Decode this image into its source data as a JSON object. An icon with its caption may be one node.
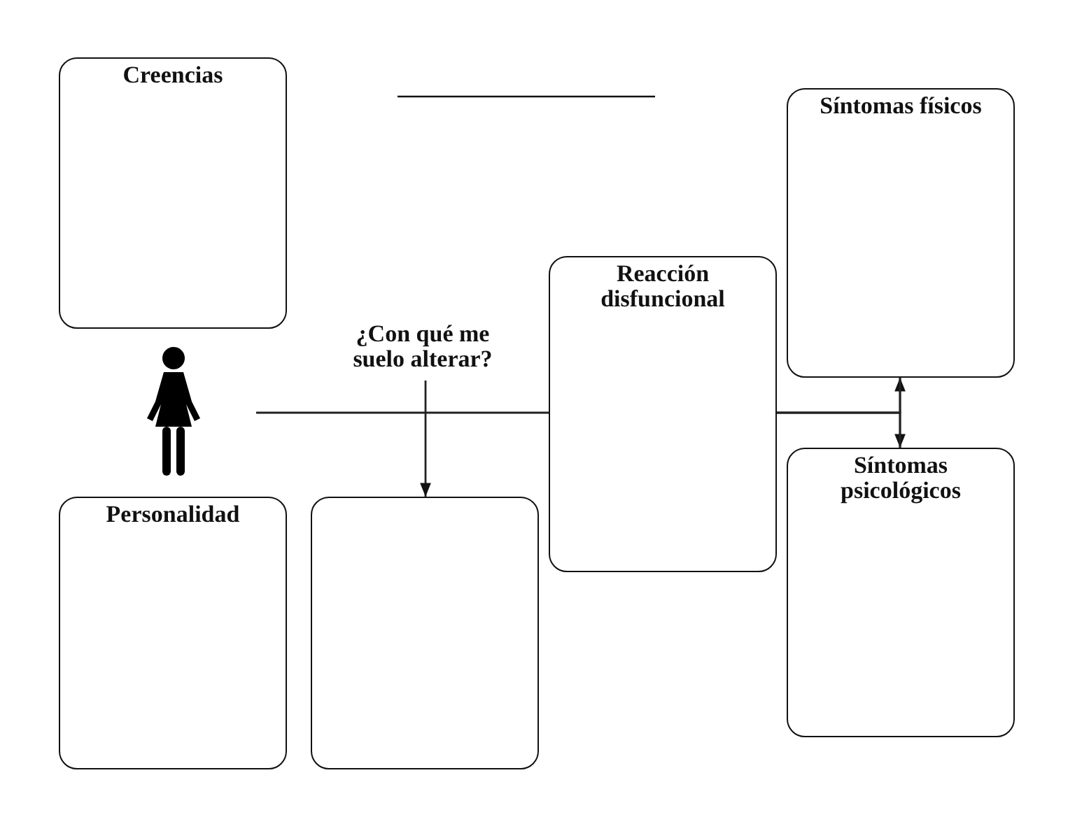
{
  "diagram": {
    "nodes": [
      {
        "text": [
          "Creencias"
        ]
      },
      {
        "text": [],
        "shape": "person"
      },
      {
        "text": [
          "¿Con qué me suelo alterar?"
        ]
      },
      {
        "text": [
          "Personalidad"
        ]
      },
      {
        "text": [],
        "shape": "box"
      },
      {
        "text": [
          "Reacción disfuncional"
        ]
      },
      {
        "text": [
          "Síntomas físicos"
        ]
      },
      {
        "text": [
          "Síntomas psicológicos"
        ]
      }
    ],
    "edges": [
      {
        "from": 1,
        "to": 5,
        "arrow": "none"
      },
      {
        "from": 2,
        "to": 4,
        "arrow": "to"
      },
      {
        "from": 6,
        "to": 7,
        "arrow": "both"
      },
      {
        "from": 5,
        "to": 6,
        "arrow": "none"
      },
      {
        "from": 5,
        "to": 7,
        "arrow": "none"
      }
    ]
  }
}
